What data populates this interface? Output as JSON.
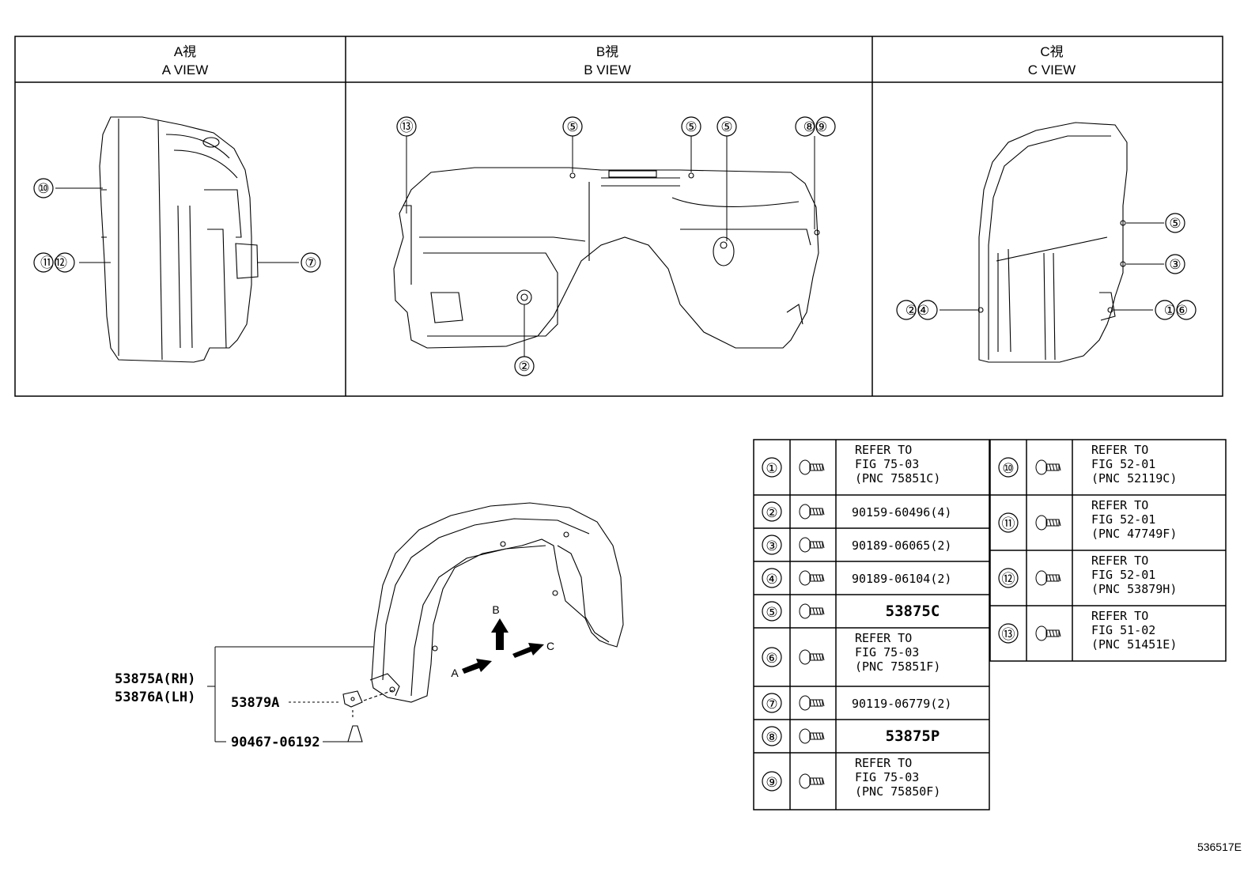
{
  "views": [
    {
      "jp": "A視",
      "en": "A VIEW"
    },
    {
      "jp": "B視",
      "en": "B VIEW"
    },
    {
      "jp": "C視",
      "en": "C VIEW"
    }
  ],
  "callouts": {
    "a_view": [
      "⑩",
      "⑪⑫",
      "⑦"
    ],
    "b_view": [
      "⑬",
      "⑤",
      "⑤",
      "⑤",
      "⑧⑨",
      "②"
    ],
    "c_view": [
      "⑤",
      "③",
      "②④",
      "①⑥"
    ]
  },
  "main_parts": {
    "liner_rh": "53875A(RH)",
    "liner_lh": "53876A(LH)",
    "clip": "53879A",
    "fastener": "90467-06192"
  },
  "direction_labels": {
    "a": "A",
    "b": "B",
    "c": "C"
  },
  "parts_table_left": [
    {
      "num": "①",
      "lines": [
        "REFER TO",
        "FIG 75-03",
        "(PNC 75851C)"
      ]
    },
    {
      "num": "②",
      "lines": [
        "90159-60496(4)"
      ]
    },
    {
      "num": "③",
      "lines": [
        "90189-06065(2)"
      ]
    },
    {
      "num": "④",
      "lines": [
        "90189-06104(2)"
      ]
    },
    {
      "num": "⑤",
      "lines": [
        "53875C"
      ]
    },
    {
      "num": "⑥",
      "lines": [
        "REFER TO",
        "FIG 75-03",
        "(PNC 75851F)"
      ]
    },
    {
      "num": "⑦",
      "lines": [
        "90119-06779(2)"
      ]
    },
    {
      "num": "⑧",
      "lines": [
        "53875P"
      ]
    },
    {
      "num": "⑨",
      "lines": [
        "REFER TO",
        "FIG 75-03",
        "(PNC 75850F)"
      ]
    }
  ],
  "parts_table_right": [
    {
      "num": "⑩",
      "lines": [
        "REFER TO",
        "FIG 52-01",
        "(PNC 52119C)"
      ]
    },
    {
      "num": "⑪",
      "lines": [
        "REFER TO",
        "FIG 52-01",
        "(PNC 47749F)"
      ]
    },
    {
      "num": "⑫",
      "lines": [
        "REFER TO",
        "FIG 52-01",
        "(PNC 53879H)"
      ]
    },
    {
      "num": "⑬",
      "lines": [
        "REFER TO",
        "FIG 51-02",
        "(PNC 51451E)"
      ]
    }
  ],
  "document_id": "536517E"
}
